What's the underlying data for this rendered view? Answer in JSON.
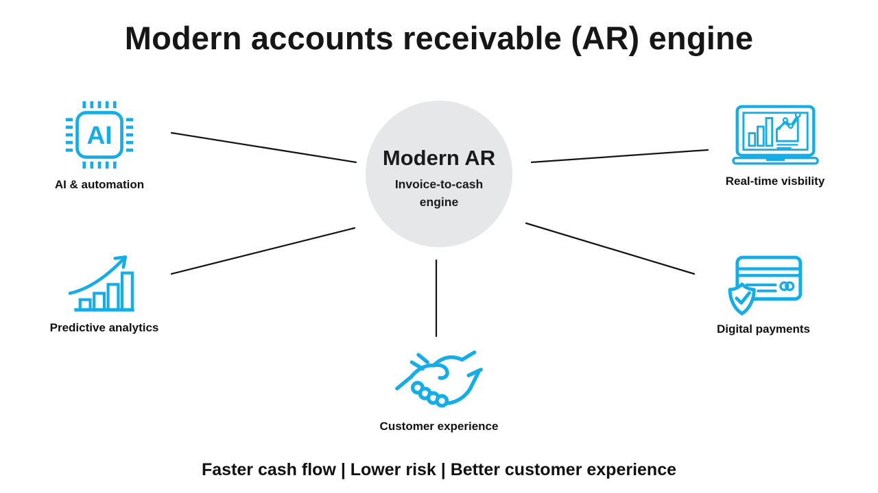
{
  "header": {
    "title": "Modern accounts receivable (AR) engine"
  },
  "hub": {
    "title": "Modern AR",
    "subtitle": "Invoice-to-cash engine"
  },
  "nodes": {
    "ai": {
      "label": "AI & automation",
      "icon": "ai-chip-icon",
      "chip_text": "AI"
    },
    "realtime": {
      "label": "Real-time visbility",
      "icon": "laptop-analytics-icon"
    },
    "predictive": {
      "label": "Predictive analytics",
      "icon": "growth-chart-arrow-icon"
    },
    "digital": {
      "label": "Digital payments",
      "icon": "credit-card-shield-icon"
    },
    "customer": {
      "label": "Customer experience",
      "icon": "handshake-icon"
    }
  },
  "footer": {
    "tagline": "Faster cash flow | Lower risk | Better customer experience"
  },
  "colors": {
    "accent_blue": "#13aeea",
    "hub_fill": "#e6e7e9",
    "text": "#161616",
    "connector": "#141414"
  }
}
